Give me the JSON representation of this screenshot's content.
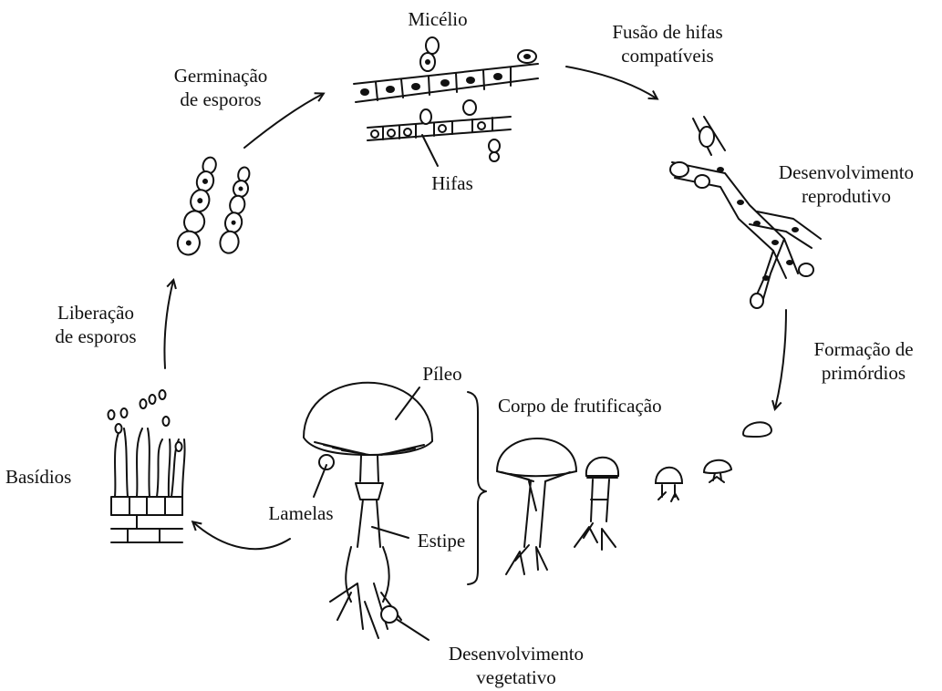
{
  "labels": {
    "micelio": "Micélio",
    "fusao_1": "Fusão de hifas",
    "fusao_2": "compatíveis",
    "germinacao_1": "Germinação",
    "germinacao_2": "de esporos",
    "hifas": "Hifas",
    "desenv_repro_1": "Desenvolvimento",
    "desenv_repro_2": "reprodutivo",
    "liberacao_1": "Liberação",
    "liberacao_2": "de esporos",
    "formacao_1": "Formação de",
    "formacao_2": "primórdios",
    "pileo": "Píleo",
    "corpo": "Corpo de frutificação",
    "basidios": "Basídios",
    "lamelas": "Lamelas",
    "estipe": "Estipe",
    "desenv_veg_1": "Desenvolvimento",
    "desenv_veg_2": "vegetativo"
  }
}
